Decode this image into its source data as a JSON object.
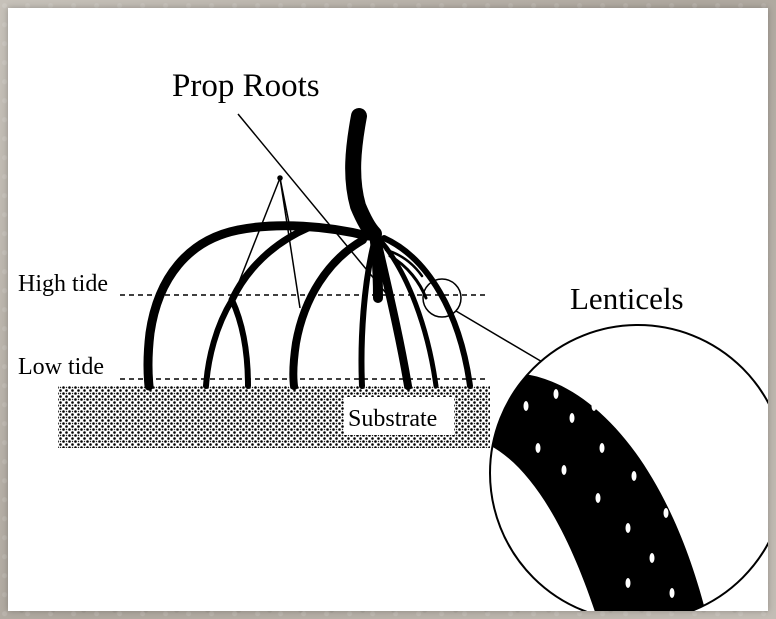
{
  "labels": {
    "prop_roots": "Prop Roots",
    "high_tide": "High tide",
    "low_tide": "Low tide",
    "substrate": "Substrate",
    "lenticels": "Lenticels"
  },
  "colors": {
    "ink": "#000000",
    "paper": "#ffffff",
    "background": "#b9b3ab"
  }
}
